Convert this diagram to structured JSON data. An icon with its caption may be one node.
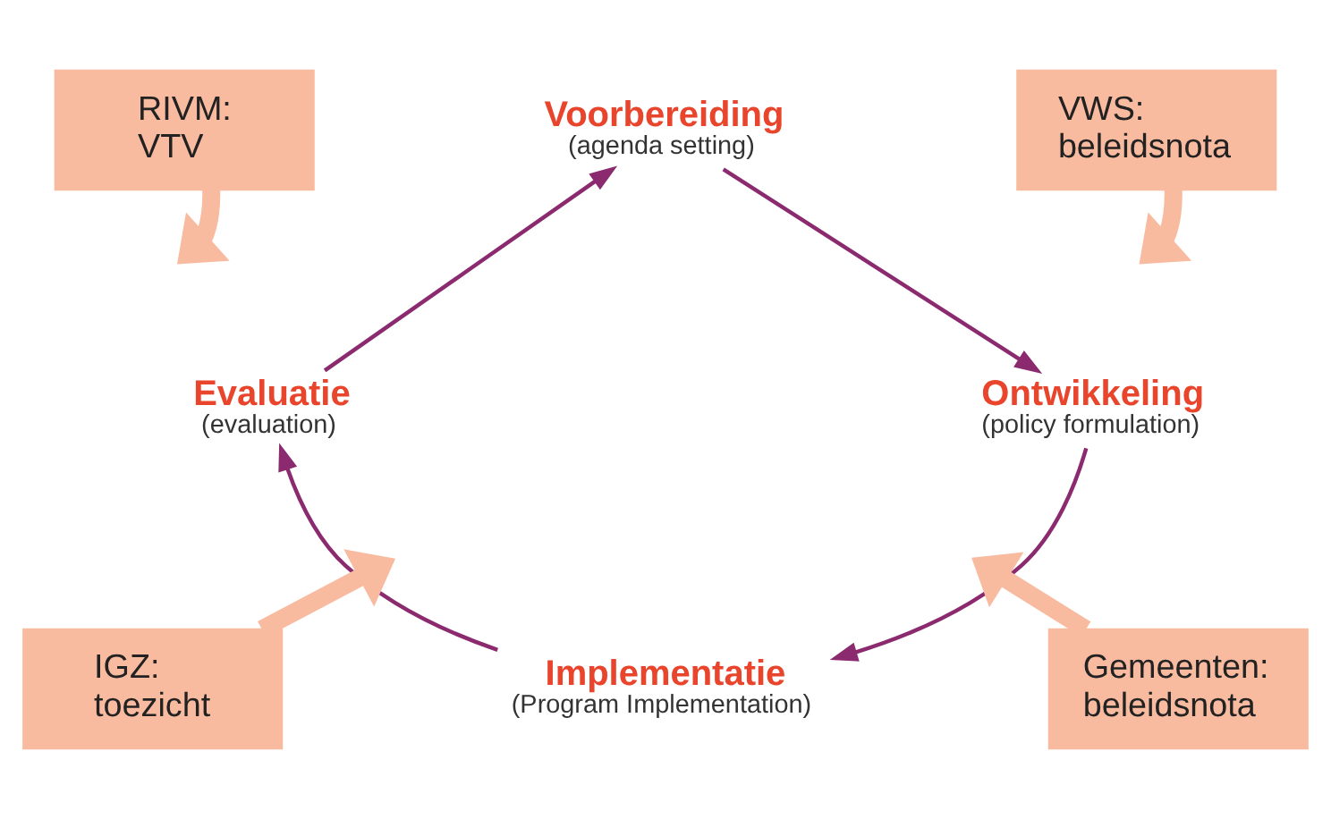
{
  "diagram": {
    "nodes": [
      {
        "text": [
          "RIVM:",
          "VTV"
        ]
      },
      {
        "text": [
          "Voorbereiding",
          "(agenda setting)"
        ]
      },
      {
        "text": [
          "VWS:",
          "beleidsnota"
        ]
      },
      {
        "text": [
          "Evaluatie",
          "(evaluation)"
        ]
      },
      {
        "text": [
          "Ontwikkeling",
          "(policy formulation)"
        ]
      },
      {
        "text": [
          "IGZ:",
          "toezicht"
        ]
      },
      {
        "text": [
          "Implementatie",
          "(Program Implementation)"
        ]
      },
      {
        "text": [
          "Gemeenten:",
          "beleidsnota"
        ]
      }
    ],
    "edges": [
      {
        "from": 1,
        "to": 4,
        "arrow": "to",
        "color": "#8b2a6e"
      },
      {
        "from": 4,
        "to": 6,
        "arrow": "to",
        "color": "#8b2a6e"
      },
      {
        "from": 6,
        "to": 3,
        "arrow": "to",
        "color": "#8b2a6e"
      },
      {
        "from": 3,
        "to": 1,
        "arrow": "to",
        "color": "#8b2a6e"
      },
      {
        "from": 0,
        "to": null,
        "arrow": "to",
        "style": "thick",
        "color": "#f9bba0"
      },
      {
        "from": 2,
        "to": null,
        "arrow": "to",
        "style": "thick",
        "color": "#f9bba0"
      },
      {
        "from": 5,
        "to": null,
        "arrow": "to",
        "style": "thick",
        "color": "#f9bba0"
      },
      {
        "from": 7,
        "to": null,
        "arrow": "to",
        "style": "thick",
        "color": "#f9bba0"
      }
    ]
  }
}
